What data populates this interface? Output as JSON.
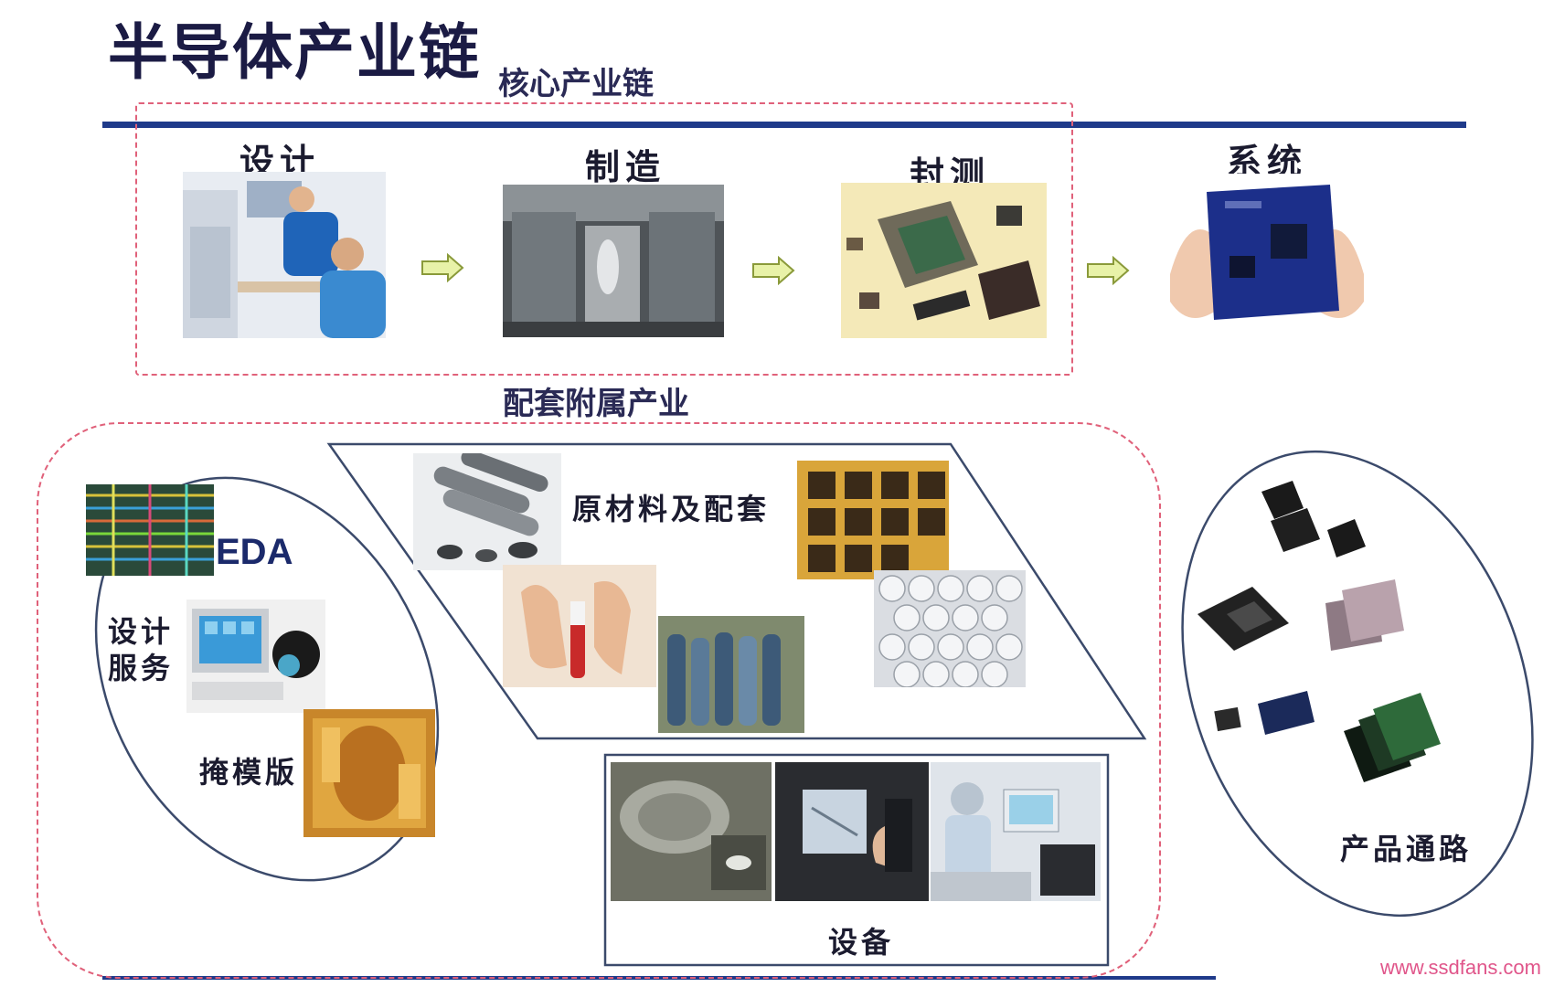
{
  "title": "半导体产业链",
  "core_chain": {
    "label": "核心产业链",
    "stages": [
      "设计",
      "制造",
      "封测"
    ]
  },
  "system": {
    "label": "系统"
  },
  "support": {
    "label": "配套附属产业",
    "eda": "EDA",
    "design_service": [
      "设计",
      "服务"
    ],
    "mask": "掩模版",
    "materials": "原材料及配套",
    "equipment": "设备"
  },
  "channel": {
    "label": "产品通路"
  },
  "watermark": "www.ssdfans.com",
  "colors": {
    "rule": "#1f3a8a",
    "dash": "#e0617a",
    "outline": "#3b4a6b",
    "arrow_fill": "#e8f2a8",
    "arrow_stroke": "#8a9a3a"
  }
}
